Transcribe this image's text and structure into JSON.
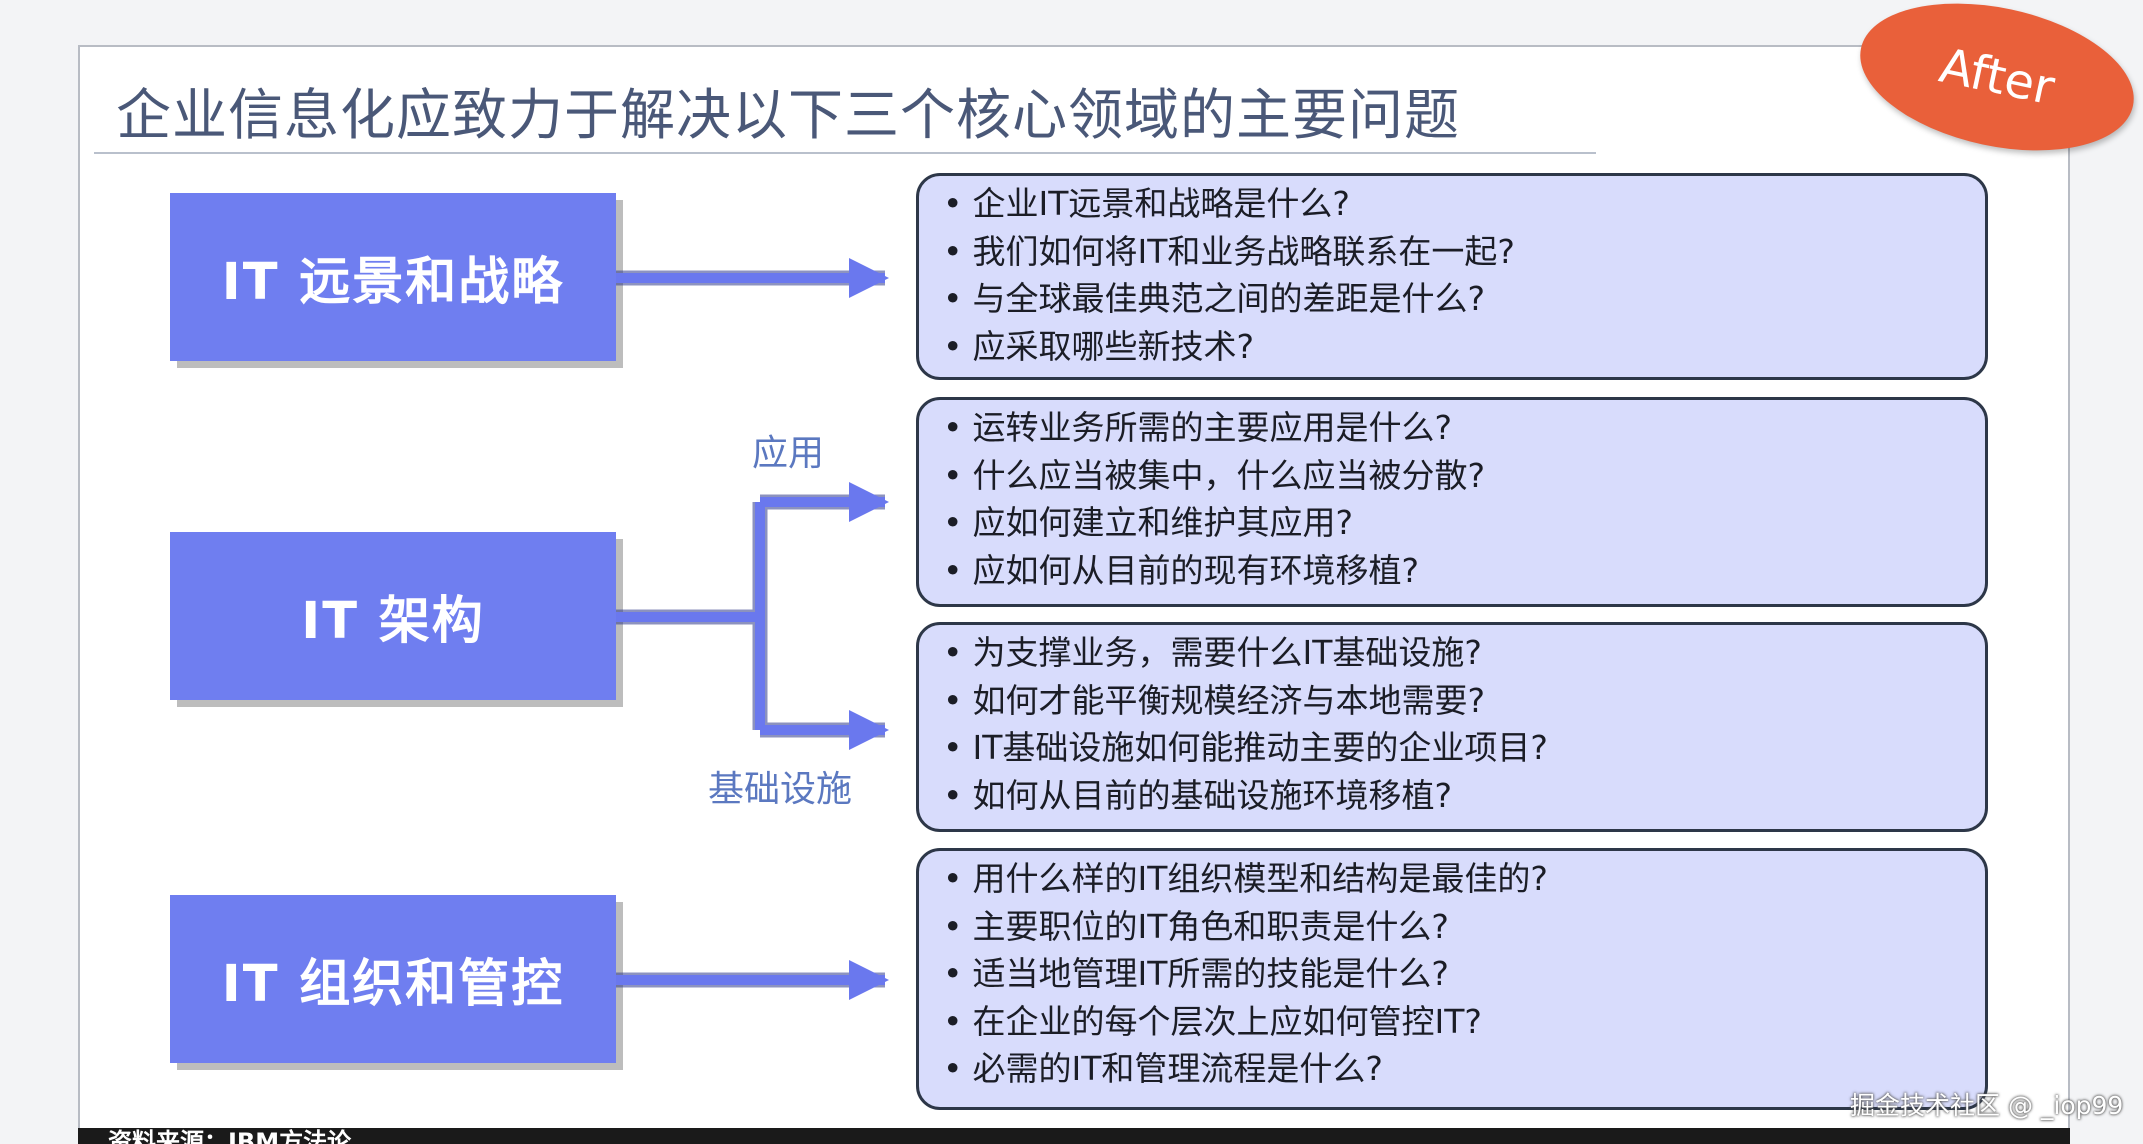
{
  "title": "企业信息化应致力于解决以下三个核心领域的主要问题",
  "badge": "After",
  "domains": [
    {
      "label": "IT 远景和战略"
    },
    {
      "label": "IT 架构"
    },
    {
      "label": "IT 组织和管控"
    }
  ],
  "branches": {
    "app": "应用",
    "infra": "基础设施"
  },
  "questions": {
    "vision": [
      "企业IT远景和战略是什么?",
      "我们如何将IT和业务战略联系在一起?",
      "与全球最佳典范之间的差距是什么?",
      "应采取哪些新技术?"
    ],
    "application": [
      "运转业务所需的主要应用是什么?",
      "什么应当被集中，什么应当被分散?",
      "应如何建立和维护其应用?",
      "应如何从目前的现有环境移植?"
    ],
    "infrastructure": [
      "为支撑业务，需要什么IT基础设施?",
      "如何才能平衡规模经济与本地需要?",
      "IT基础设施如何能推动主要的企业项目?",
      "如何从目前的基础设施环境移植?"
    ],
    "governance": [
      "用什么样的IT组织模型和结构是最佳的?",
      "主要职位的IT角色和职责是什么?",
      "适当地管理IT所需的技能是什么?",
      "在企业的每个层次上应如何管控IT?",
      "必需的IT和管理流程是什么?"
    ]
  },
  "footer": "资料来源：IBM方法论",
  "watermark": "掘金技术社区 @ _iop99",
  "colors": {
    "domain_box": "#6f7ef0",
    "question_box": "#d8dcfc",
    "badge": "#e9603a",
    "arrow": "#6a78ee"
  }
}
